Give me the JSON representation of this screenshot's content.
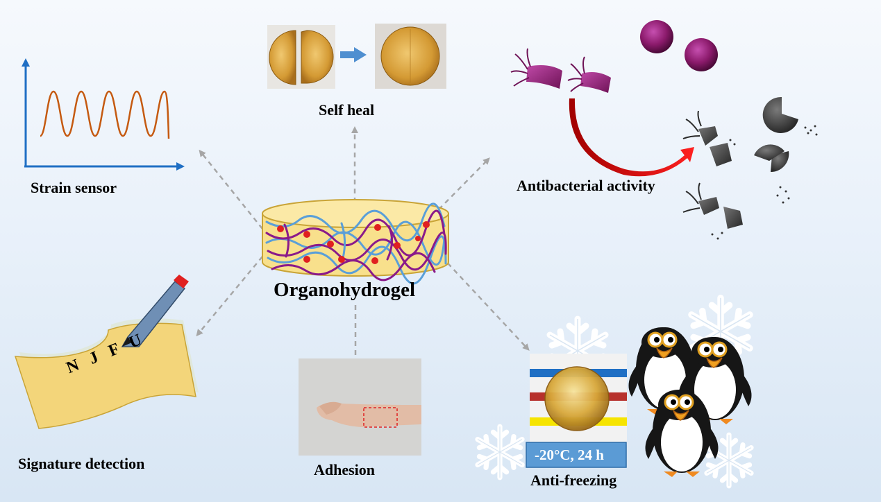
{
  "center": {
    "title": "Organohydrogel"
  },
  "features": {
    "strain_sensor": "Strain sensor",
    "self_heal": "Self heal",
    "antibacterial": "Antibacterial activity",
    "signature": "Signature detection",
    "adhesion": "Adhesion",
    "anti_freezing": "Anti-freezing"
  },
  "signature_text": "N J F U",
  "freeze_condition": "-20°C, 24 h",
  "colors": {
    "arrow_dash": "#a6a6a6",
    "axis": "#1f6fc4",
    "wave": "#c55a11",
    "bacteria": "#8b1a6b",
    "curve_arrow": "#e01010",
    "gel_fill": "#f8e08c",
    "chain_blue": "#5a9fd8",
    "chain_purple": "#8a1a8a",
    "crosslink": "#e02020",
    "paper": "#f3d57a",
    "badge": "#5b9bd5"
  }
}
